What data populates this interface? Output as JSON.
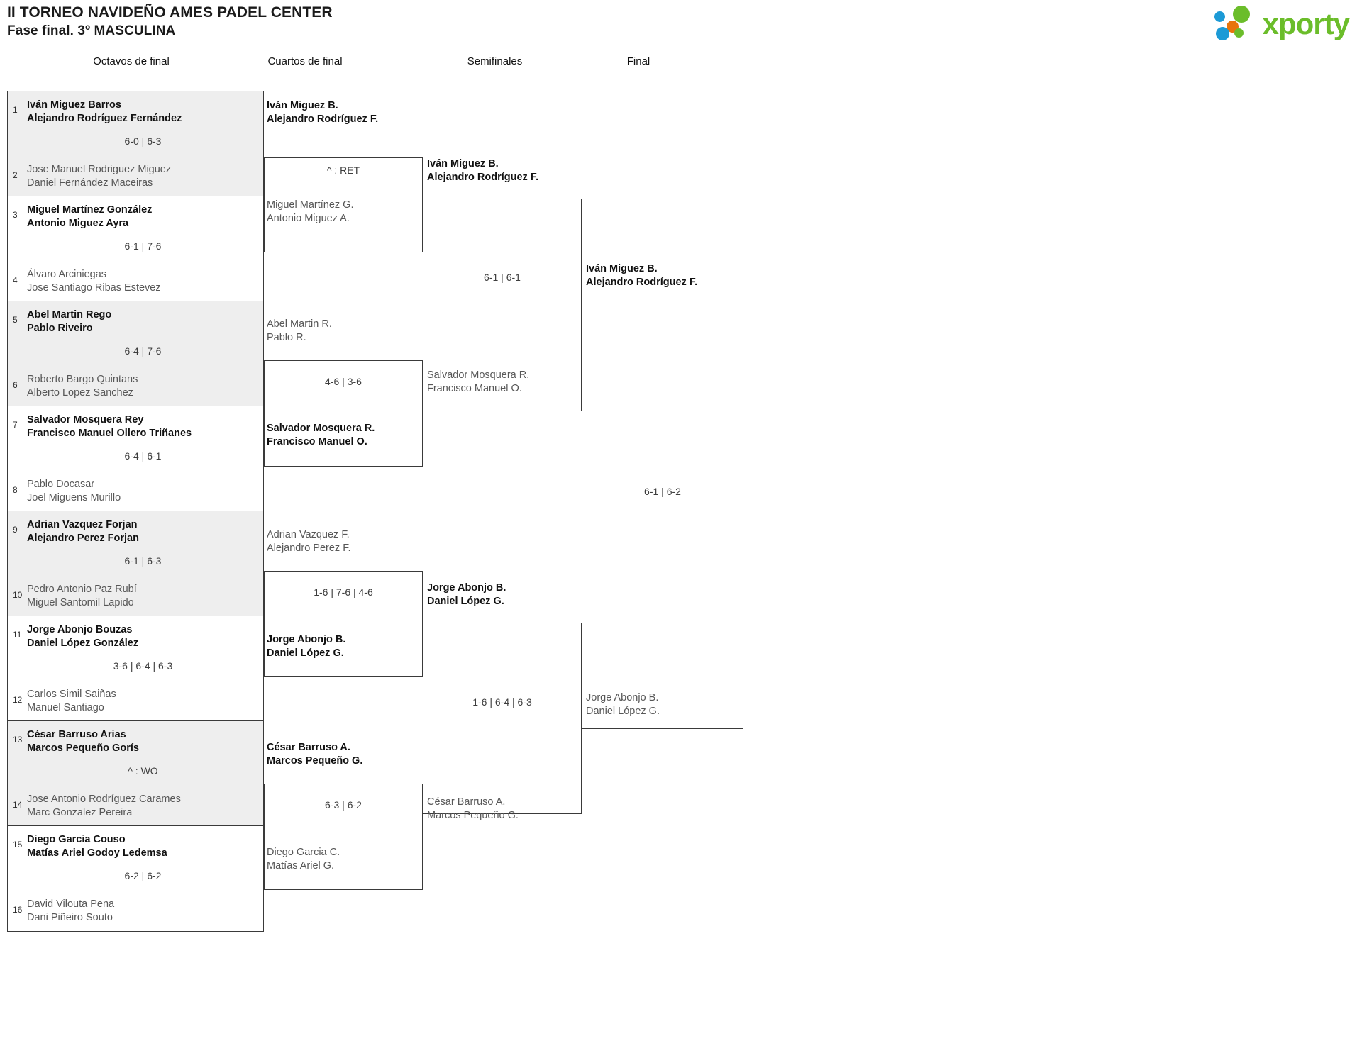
{
  "header": {
    "title_line1": "II TORNEO NAVIDEÑO AMES PADEL CENTER",
    "title_line2": "Fase final. 3º MASCULINA",
    "logo_text": "xporty",
    "logo_colors": {
      "green": "#6bbd2a",
      "blue": "#1c9ad6",
      "orange": "#e8740c"
    }
  },
  "rounds": [
    {
      "label": "Octavos de final"
    },
    {
      "label": "Cuartos de final"
    },
    {
      "label": "Semifinales"
    },
    {
      "label": "Final"
    }
  ],
  "round1": [
    {
      "seed_top": "1",
      "seed_bot": "2",
      "top_p1": "Iván Miguez Barros",
      "top_p2": "Alejandro Rodríguez Fernández",
      "bot_p1": "Jose Manuel Rodriguez Miguez",
      "bot_p2": "Daniel Fernández Maceiras",
      "score": "6-0 | 6-3",
      "winner": "top"
    },
    {
      "seed_top": "3",
      "seed_bot": "4",
      "top_p1": "Miguel Martínez González",
      "top_p2": "Antonio Miguez Ayra",
      "bot_p1": "Álvaro Arciniegas",
      "bot_p2": "Jose Santiago Ribas Estevez",
      "score": "6-1 | 7-6",
      "winner": "top"
    },
    {
      "seed_top": "5",
      "seed_bot": "6",
      "top_p1": "Abel Martin Rego",
      "top_p2": "Pablo Riveiro",
      "bot_p1": "Roberto Bargo Quintans",
      "bot_p2": "Alberto Lopez Sanchez",
      "score": "6-4 | 7-6",
      "winner": "top"
    },
    {
      "seed_top": "7",
      "seed_bot": "8",
      "top_p1": "Salvador Mosquera Rey",
      "top_p2": "Francisco Manuel Ollero Triñanes",
      "bot_p1": "Pablo Docasar",
      "bot_p2": "Joel Miguens Murillo",
      "score": "6-4 | 6-1",
      "winner": "top"
    },
    {
      "seed_top": "9",
      "seed_bot": "10",
      "top_p1": "Adrian Vazquez Forjan",
      "top_p2": "Alejandro Perez Forjan",
      "bot_p1": "Pedro Antonio Paz Rubí",
      "bot_p2": "Miguel Santomil Lapido",
      "score": "6-1 | 6-3",
      "winner": "top"
    },
    {
      "seed_top": "11",
      "seed_bot": "12",
      "top_p1": "Jorge Abonjo Bouzas",
      "top_p2": "Daniel López González",
      "bot_p1": "Carlos Simil Saiñas",
      "bot_p2": "Manuel Santiago",
      "score": "3-6 | 6-4 | 6-3",
      "winner": "top"
    },
    {
      "seed_top": "13",
      "seed_bot": "14",
      "top_p1": "César Barruso Arias",
      "top_p2": "Marcos Pequeño Gorís",
      "bot_p1": "Jose Antonio Rodríguez Carames",
      "bot_p2": "Marc Gonzalez Pereira",
      "score": "^ : WO",
      "winner": "top"
    },
    {
      "seed_top": "15",
      "seed_bot": "16",
      "top_p1": "Diego Garcia Couso",
      "top_p2": "Matías Ariel Godoy Ledemsa",
      "bot_p1": "David Vilouta Pena",
      "bot_p2": "Dani Piñeiro Souto",
      "score": "6-2 | 6-2",
      "winner": "top"
    }
  ],
  "round2": [
    {
      "top_p1": "Iván Miguez B.",
      "top_p2": "Alejandro Rodríguez F.",
      "bot_p1": "Miguel Martínez G.",
      "bot_p2": "Antonio Miguez A.",
      "score": "^ : RET",
      "winner": "top"
    },
    {
      "top_p1": "Abel Martin R.",
      "top_p2": "Pablo R.",
      "bot_p1": "Salvador Mosquera R.",
      "bot_p2": "Francisco Manuel O.",
      "score": "4-6 | 3-6",
      "winner": "bottom"
    },
    {
      "top_p1": "Adrian Vazquez F.",
      "top_p2": "Alejandro Perez F.",
      "bot_p1": "Jorge Abonjo B.",
      "bot_p2": "Daniel López G.",
      "score": "1-6 | 7-6 | 4-6",
      "winner": "bottom"
    },
    {
      "top_p1": "César Barruso A.",
      "top_p2": "Marcos Pequeño G.",
      "bot_p1": "Diego Garcia C.",
      "bot_p2": "Matías Ariel G.",
      "score": "6-3 | 6-2",
      "winner": "top"
    }
  ],
  "round3": [
    {
      "top_p1": "Iván Miguez B.",
      "top_p2": "Alejandro Rodríguez F.",
      "bot_p1": "Salvador Mosquera R.",
      "bot_p2": "Francisco Manuel O.",
      "score": "6-1 | 6-1",
      "winner": "top"
    },
    {
      "top_p1": "Jorge Abonjo B.",
      "top_p2": "Daniel López G.",
      "bot_p1": "César Barruso A.",
      "bot_p2": "Marcos Pequeño G.",
      "score": "1-6 | 6-4 | 6-3",
      "winner": "top"
    }
  ],
  "round4": [
    {
      "top_p1": "Iván Miguez B.",
      "top_p2": "Alejandro Rodríguez F.",
      "bot_p1": "Jorge Abonjo B.",
      "bot_p2": "Daniel López G.",
      "score": "6-1 | 6-2",
      "winner": "top"
    }
  ]
}
